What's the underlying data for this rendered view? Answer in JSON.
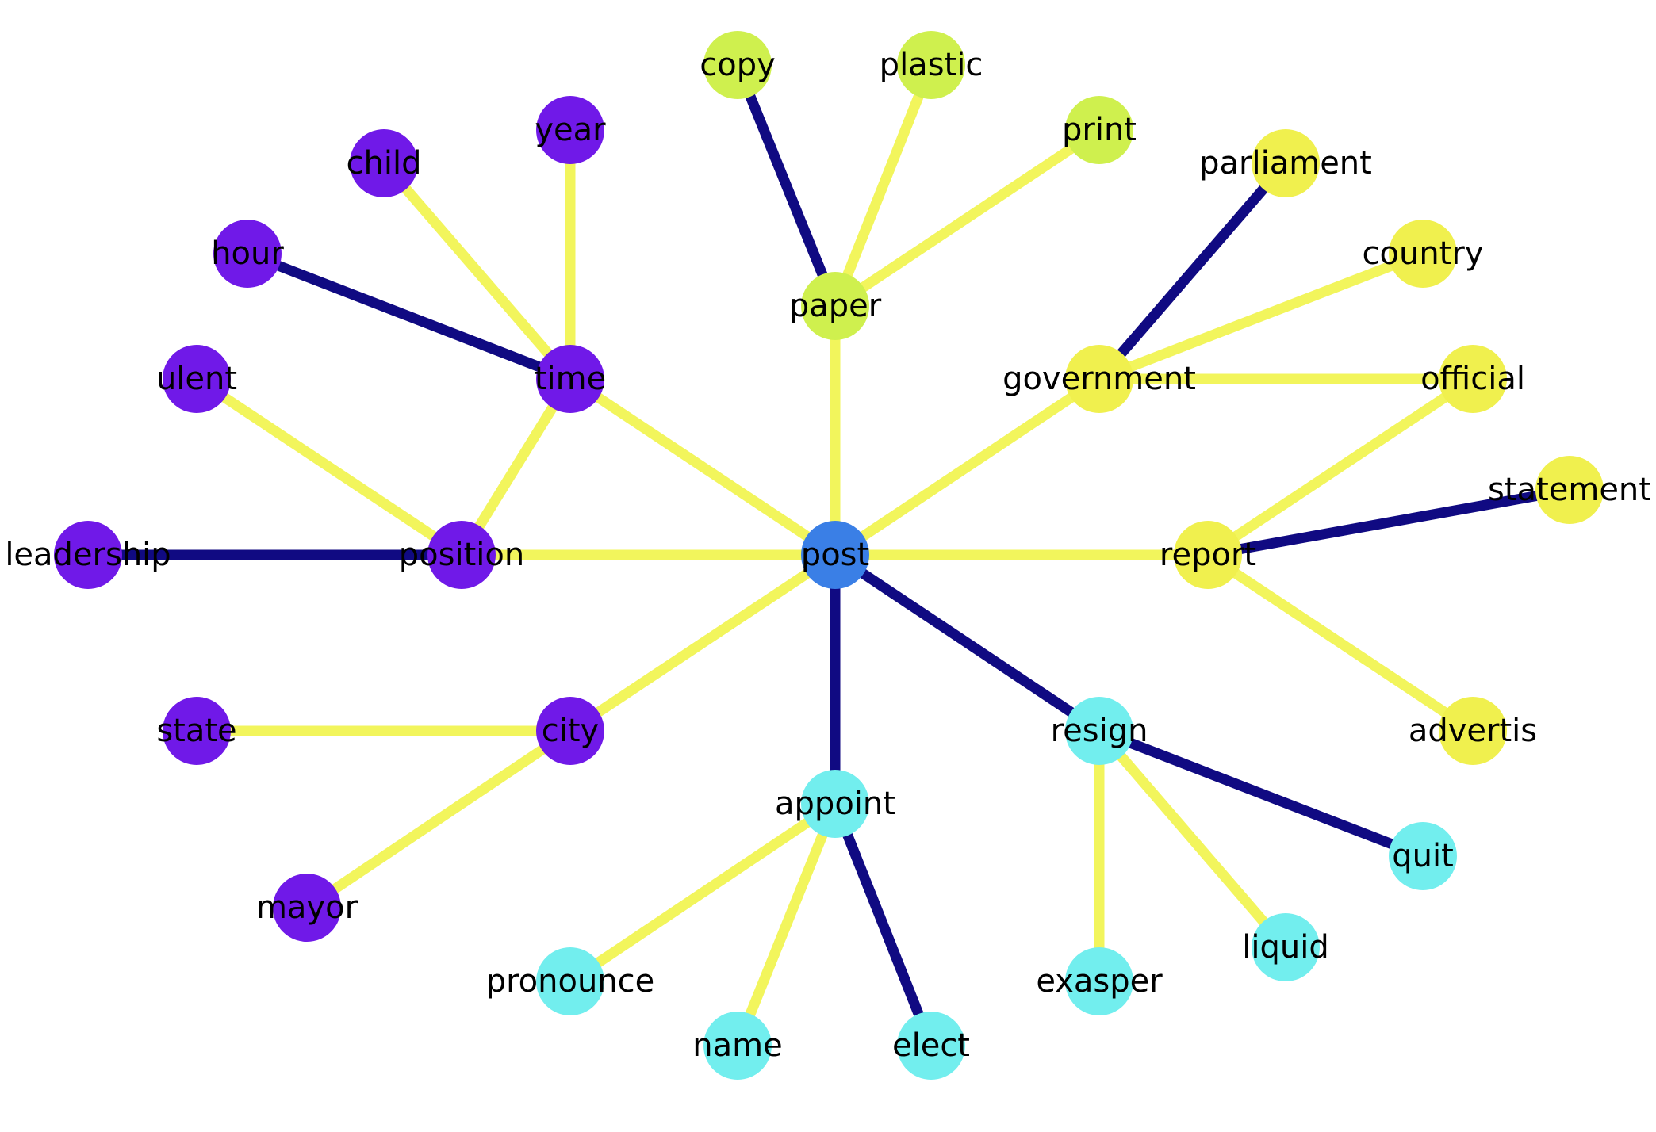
{
  "graph": {
    "colors": {
      "center": "#3A7FE6",
      "purple": "#7019E8",
      "lime": "#CFF04E",
      "yellow": "#F0F04E",
      "cyan": "#72EEEE",
      "edge_light": "#F2F55C",
      "edge_dark": "#100A82"
    },
    "nodes": [
      {
        "id": "post",
        "label": "post",
        "group": "center"
      },
      {
        "id": "time",
        "label": "time",
        "group": "purple"
      },
      {
        "id": "year",
        "label": "year",
        "group": "purple"
      },
      {
        "id": "child",
        "label": "child",
        "group": "purple"
      },
      {
        "id": "hour",
        "label": "hour",
        "group": "purple"
      },
      {
        "id": "ulent",
        "label": "ulent",
        "group": "purple"
      },
      {
        "id": "position",
        "label": "position",
        "group": "purple"
      },
      {
        "id": "leadership",
        "label": "leadership",
        "group": "purple"
      },
      {
        "id": "city",
        "label": "city",
        "group": "purple"
      },
      {
        "id": "state",
        "label": "state",
        "group": "purple"
      },
      {
        "id": "mayor",
        "label": "mayor",
        "group": "purple"
      },
      {
        "id": "paper",
        "label": "paper",
        "group": "lime"
      },
      {
        "id": "copy",
        "label": "copy",
        "group": "lime"
      },
      {
        "id": "plastic",
        "label": "plastic",
        "group": "lime"
      },
      {
        "id": "print",
        "label": "print",
        "group": "lime"
      },
      {
        "id": "government",
        "label": "government",
        "group": "yellow"
      },
      {
        "id": "parliament",
        "label": "parliament",
        "group": "yellow"
      },
      {
        "id": "country",
        "label": "country",
        "group": "yellow"
      },
      {
        "id": "official",
        "label": "official",
        "group": "yellow"
      },
      {
        "id": "report",
        "label": "report",
        "group": "yellow"
      },
      {
        "id": "statement",
        "label": "statement",
        "group": "yellow"
      },
      {
        "id": "advertis",
        "label": "advertis",
        "group": "yellow"
      },
      {
        "id": "resign",
        "label": "resign",
        "group": "cyan"
      },
      {
        "id": "quit",
        "label": "quit",
        "group": "cyan"
      },
      {
        "id": "liquid",
        "label": "liquid",
        "group": "cyan"
      },
      {
        "id": "exasper",
        "label": "exasper",
        "group": "cyan"
      },
      {
        "id": "appoint",
        "label": "appoint",
        "group": "cyan"
      },
      {
        "id": "pronounce",
        "label": "pronounce",
        "group": "cyan"
      },
      {
        "id": "name",
        "label": "name",
        "group": "cyan"
      },
      {
        "id": "elect",
        "label": "elect",
        "group": "cyan"
      }
    ],
    "edges": [
      {
        "source": "post",
        "target": "time",
        "style": "light"
      },
      {
        "source": "time",
        "target": "year",
        "style": "light"
      },
      {
        "source": "time",
        "target": "child",
        "style": "light"
      },
      {
        "source": "time",
        "target": "hour",
        "style": "dark"
      },
      {
        "source": "time",
        "target": "position",
        "style": "light"
      },
      {
        "source": "position",
        "target": "ulent",
        "style": "light"
      },
      {
        "source": "position",
        "target": "leadership",
        "style": "dark"
      },
      {
        "source": "post",
        "target": "position",
        "style": "light"
      },
      {
        "source": "post",
        "target": "city",
        "style": "light"
      },
      {
        "source": "city",
        "target": "state",
        "style": "light"
      },
      {
        "source": "city",
        "target": "mayor",
        "style": "light"
      },
      {
        "source": "post",
        "target": "paper",
        "style": "light"
      },
      {
        "source": "paper",
        "target": "copy",
        "style": "dark"
      },
      {
        "source": "paper",
        "target": "plastic",
        "style": "light"
      },
      {
        "source": "paper",
        "target": "print",
        "style": "light"
      },
      {
        "source": "post",
        "target": "government",
        "style": "light"
      },
      {
        "source": "government",
        "target": "parliament",
        "style": "dark"
      },
      {
        "source": "government",
        "target": "country",
        "style": "light"
      },
      {
        "source": "government",
        "target": "official",
        "style": "light"
      },
      {
        "source": "post",
        "target": "report",
        "style": "light"
      },
      {
        "source": "report",
        "target": "official",
        "style": "light"
      },
      {
        "source": "report",
        "target": "statement",
        "style": "dark"
      },
      {
        "source": "report",
        "target": "advertis",
        "style": "light"
      },
      {
        "source": "post",
        "target": "resign",
        "style": "dark"
      },
      {
        "source": "resign",
        "target": "quit",
        "style": "dark"
      },
      {
        "source": "resign",
        "target": "liquid",
        "style": "light"
      },
      {
        "source": "resign",
        "target": "exasper",
        "style": "light"
      },
      {
        "source": "post",
        "target": "appoint",
        "style": "dark"
      },
      {
        "source": "appoint",
        "target": "pronounce",
        "style": "light"
      },
      {
        "source": "appoint",
        "target": "name",
        "style": "light"
      },
      {
        "source": "appoint",
        "target": "elect",
        "style": "dark"
      }
    ]
  }
}
